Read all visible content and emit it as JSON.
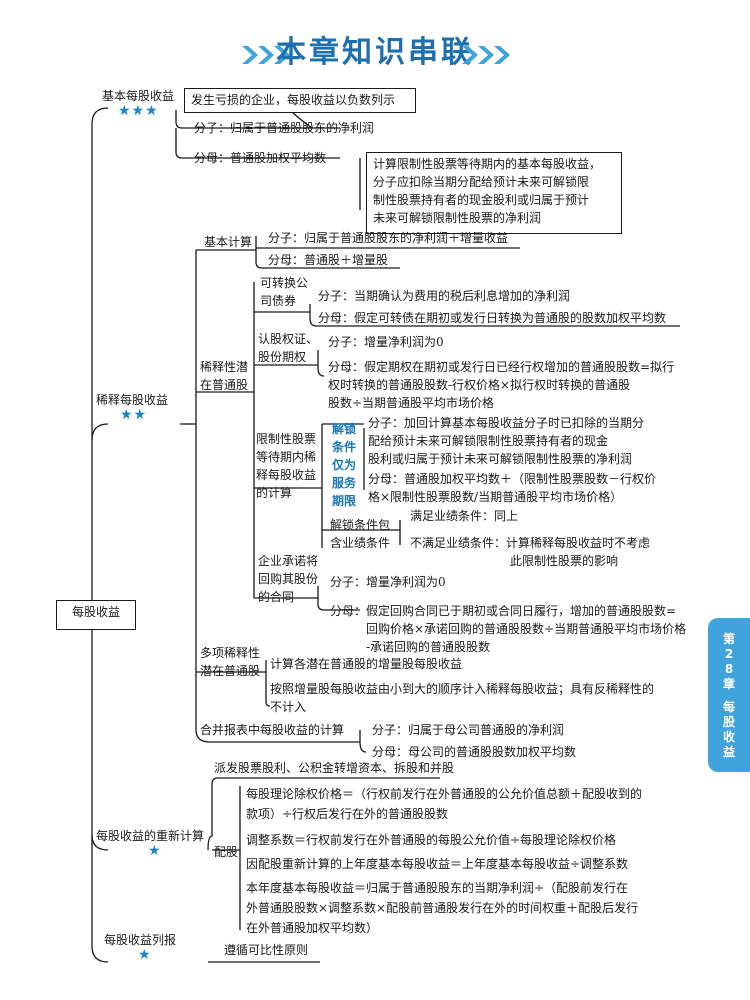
{
  "title": "本章知识串联",
  "side_tab": {
    "chapter": "第28章",
    "topic": "每股收益"
  },
  "root": "每股收益",
  "basic": {
    "label": "基本每股收益",
    "stars": "★★★",
    "note_loss": "发生亏损的企业，每股收益以负数列示",
    "numerator": "分子：归属于普通股股东的净利润",
    "denominator": "分母：普通股加权平均数",
    "restricted_note": [
      "计算限制性股票等待期内的基本每股收益，",
      "分子应扣除当期分配给预计未来可解锁限",
      "制性股票持有者的现金股利或归属于预计",
      "未来可解锁限制性股票的净利润"
    ]
  },
  "diluted": {
    "label": "稀释每股收益",
    "stars": "★★",
    "basic_calc": {
      "label": "基本计算",
      "numerator": "分子：归属于普通股股东的净利润＋增量收益",
      "denominator": "分母：普通股＋增量股"
    },
    "potential": {
      "label": "稀释性潜在普通股",
      "convertible": {
        "label": "可转换公司债券",
        "numerator": "分子：当期确认为费用的税后利息增加的净利润",
        "denominator": "分母：假定可转债在期初或发行日转换为普通股的股数加权平均数"
      },
      "warrants": {
        "label": "认股权证、股份期权",
        "numerator": "分子：增量净利润为0",
        "denominator": [
          "分母：假定期权在期初或发行日已经行权增加的普通股股数=拟行",
          "权时转换的普通股股数-行权价格×拟行权时转换的普通股",
          "股数÷当期普通股平均市场价格"
        ]
      },
      "restricted": {
        "label": "限制性股票等待期内稀释每股收益的计算",
        "service": {
          "label": "解锁条件仅为服务期限",
          "numerator": [
            "分子：加回计算基本每股收益分子时已扣除的当期分",
            "配给预计未来可解锁限制性股票持有者的现金",
            "股利或归属于预计未来可解锁限制性股票的净利润"
          ],
          "denominator": [
            "分母：普通股加权平均数＋（限制性股票股数－行权价",
            "格×限制性股票股数/当期普通股平均市场价格）"
          ]
        },
        "performance": {
          "label": "解锁条件包含业绩条件",
          "met": "满足业绩条件：同上",
          "not_met": [
            "不满足业绩条件：计算稀释每股收益时不考虑",
            "此限制性股票的影响"
          ]
        }
      },
      "buyback": {
        "label": "企业承诺将回购其股份的合同",
        "numerator": "分子：增量净利润为0",
        "denominator": [
          "分母：假定回购合同已于期初或合同日履行，增加的普通股股数=",
          "回购价格×承诺回购的普通股股数÷当期普通股平均市场价格",
          "-承诺回购的普通股股数"
        ]
      }
    },
    "multiple": {
      "label": "多项稀释性潜在普通股",
      "step1": "计算各潜在普通股的增量股每股收益",
      "step2": [
        "按照增量股每股收益由小到大的顺序计入稀释每股收益；具有反稀释性的",
        "不计入"
      ]
    },
    "consolidated": {
      "label": "合并报表中每股收益的计算",
      "numerator": "分子：归属于母公司普通股的净利润",
      "denominator": "分母：母公司的普通股股数加权平均数"
    }
  },
  "recalc": {
    "label": "每股收益的重新计算",
    "stars": "★",
    "dividend": "派发股票股利、公积金转增资本、拆股和并股",
    "rights": {
      "label": "配股",
      "theoretical": [
        "每股理论除权价格＝（行权前发行在外普通股的公允价值总额＋配股收到的",
        "款项）÷行权后发行在外的普通股股数"
      ],
      "factor": "调整系数＝行权前发行在外普通股的每股公允价值÷每股理论除权价格",
      "prior_year": "因配股重新计算的上年度基本每股收益＝上年度基本每股收益÷调整系数",
      "current_year": [
        "本年度基本每股收益＝归属于普通股股东的当期净利润÷（配股前发行在",
        "外普通股股数×调整系数×配股前普通股发行在外的时间权重＋配股后发行",
        "在外普通股加权平均数）"
      ]
    }
  },
  "presentation": {
    "label": "每股收益列报",
    "stars": "★",
    "principle": "遵循可比性原则"
  }
}
